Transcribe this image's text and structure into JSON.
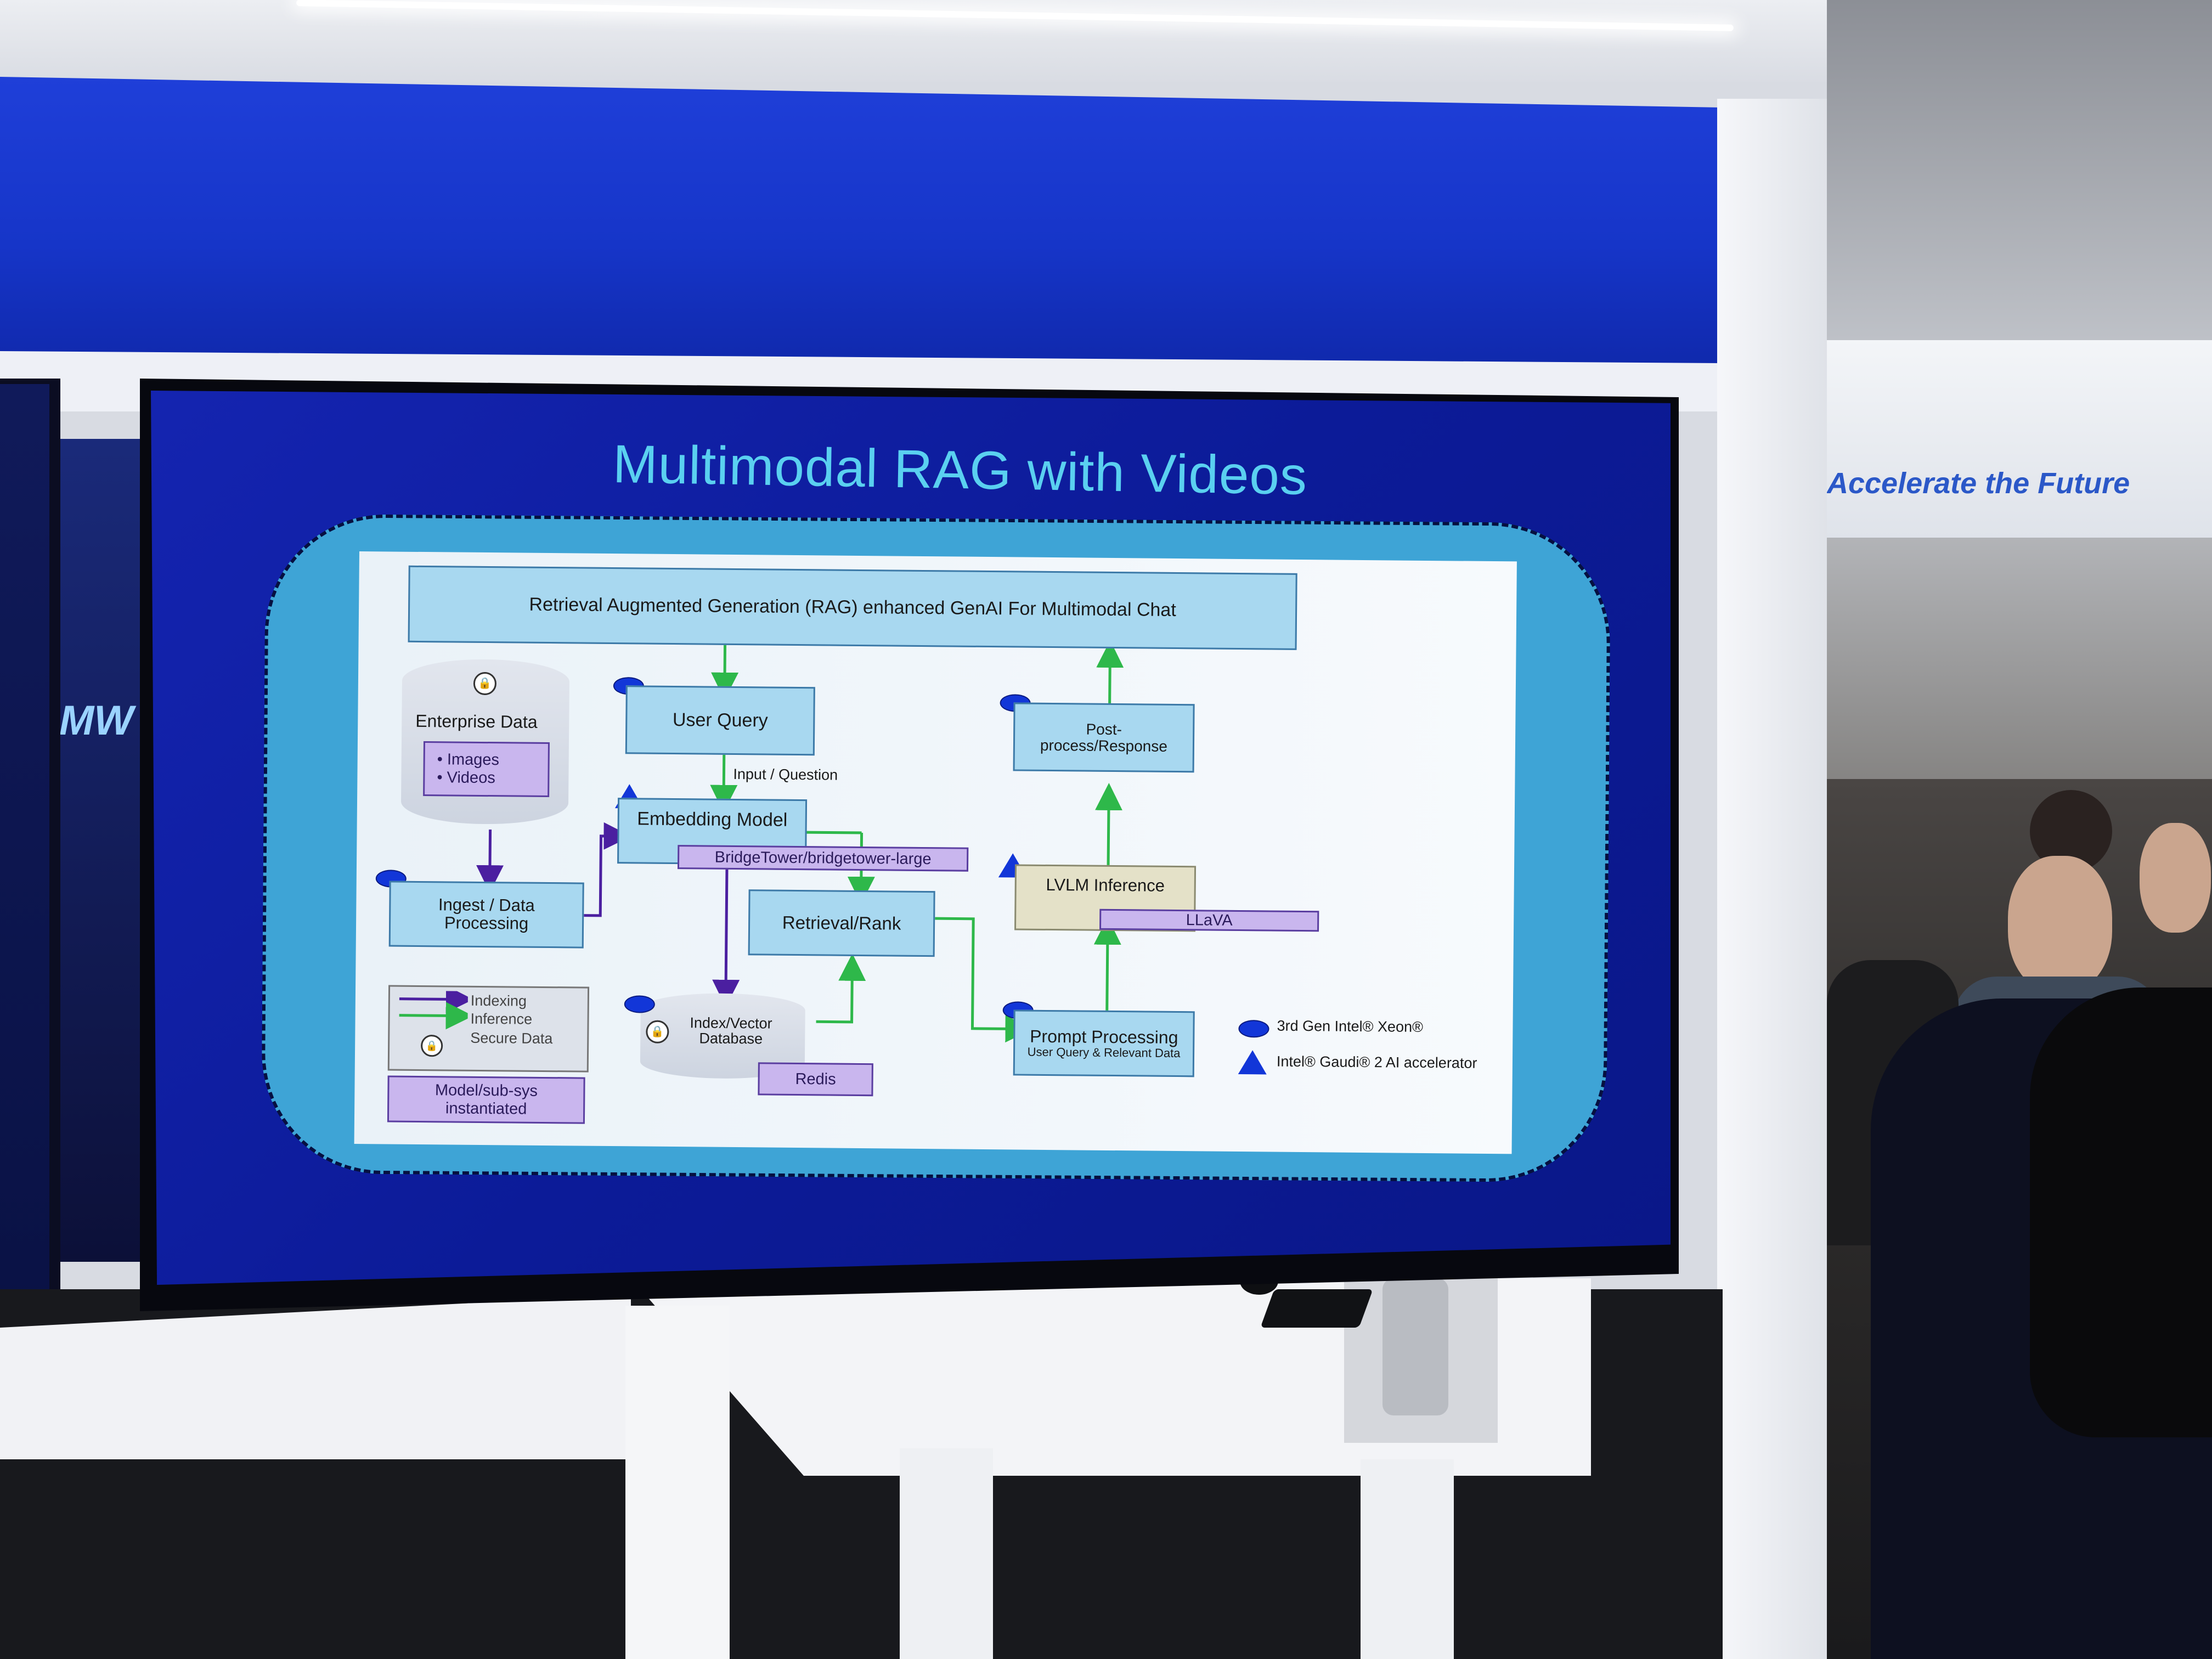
{
  "environment": {
    "right_booth_text": "Accelerate the Future",
    "left_booth_text": "MW"
  },
  "slide": {
    "title": "Multimodal RAG with Videos",
    "header_box": "Retrieval Augmented Generation (RAG) enhanced GenAI For Multimodal Chat",
    "enterprise": {
      "label": "Enterprise Data",
      "items": [
        "Images",
        "Videos"
      ]
    },
    "ingest": "Ingest / Data Processing",
    "user_query": "User Query",
    "input_question": "Input / Question",
    "embedding_model": "Embedding Model",
    "embedding_tag": "BridgeTower/bridgetower-large",
    "retrieval": "Retrieval/Rank",
    "index_db": "Index/Vector Database",
    "redis": "Redis",
    "post_process": "Post-process/Response",
    "lvlm": "LVLM Inference",
    "llava": "LLaVA",
    "prompt_processing": "Prompt Processing",
    "prompt_sub": "User Query & Relevant Data",
    "key": {
      "indexing": "Indexing",
      "inference": "Inference",
      "secure": "Secure Data",
      "model_label": "Model/sub-sys instantiated"
    },
    "legend": {
      "xeon": "3rd Gen Intel® Xeon®",
      "gaudi": "Intel® Gaudi® 2 AI accelerator"
    },
    "colors": {
      "indexing_arrow": "#4b1fa0",
      "inference_arrow": "#2eb84a",
      "box_fill": "#a8d8f0",
      "tag_fill": "#c9b6ee",
      "marker": "#1236d8"
    }
  }
}
